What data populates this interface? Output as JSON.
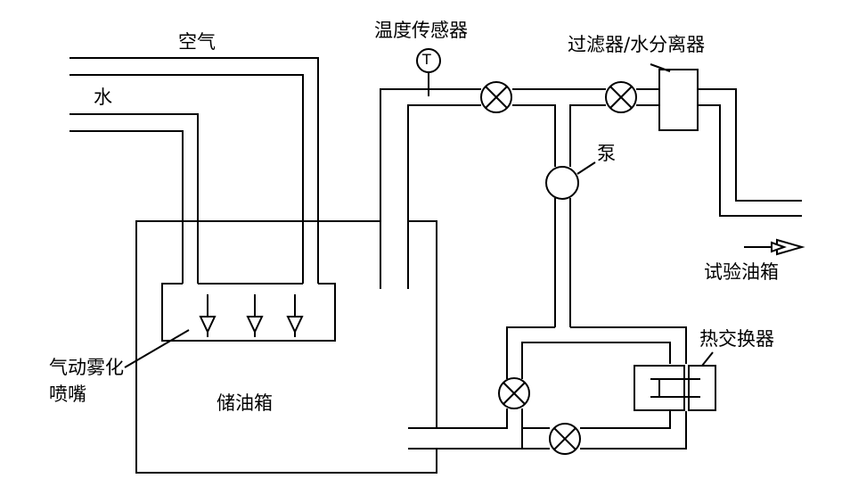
{
  "labels": {
    "air": "空气",
    "water": "水",
    "temp_sensor": "温度传感器",
    "temp_sensor_symbol": "T",
    "filter": "过滤器/水分离器",
    "pump": "泵",
    "test_tank": "试验油箱",
    "heat_exchanger": "热交换器",
    "nozzle_line1": "气动雾化",
    "nozzle_line2": "喷嘴",
    "storage_tank": "储油箱"
  },
  "icons": {
    "valve": "valve-icon",
    "pump": "pump-icon",
    "sensor": "temperature-sensor-icon",
    "arrow": "flow-arrow-icon"
  },
  "colors": {
    "line": "#000000",
    "background": "#ffffff"
  }
}
